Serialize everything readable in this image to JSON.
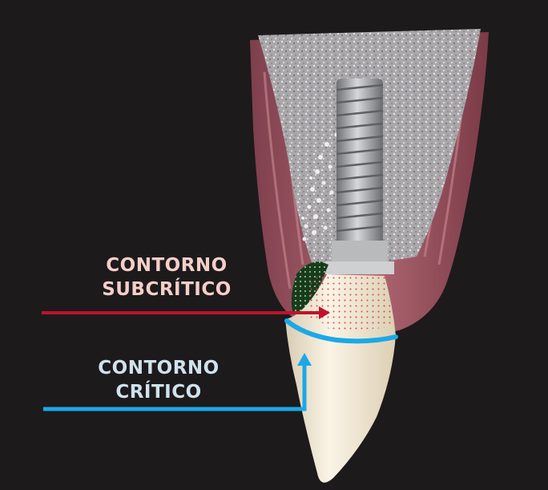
{
  "labels": {
    "subcritical": {
      "line1": "CONTORNO",
      "line2": "SUBCRÍTICO"
    },
    "critical": {
      "line1": "CONTORNO",
      "line2": "CRÍTICO"
    }
  },
  "colors": {
    "background": "#1d1a1c",
    "subcritical_label": "#f4cfc8",
    "subcritical_arrow": "#c0132b",
    "critical_label": "#cfe2ee",
    "critical_line": "#1aa9e6",
    "bone": "#b9b7b9",
    "gingiva": "#9a5660",
    "implant": "#a7a9ab",
    "crown": "#efe6d2"
  },
  "icons": {
    "subcritical_arrow": "arrow-right-icon",
    "critical_arrow": "arrow-up-icon"
  }
}
